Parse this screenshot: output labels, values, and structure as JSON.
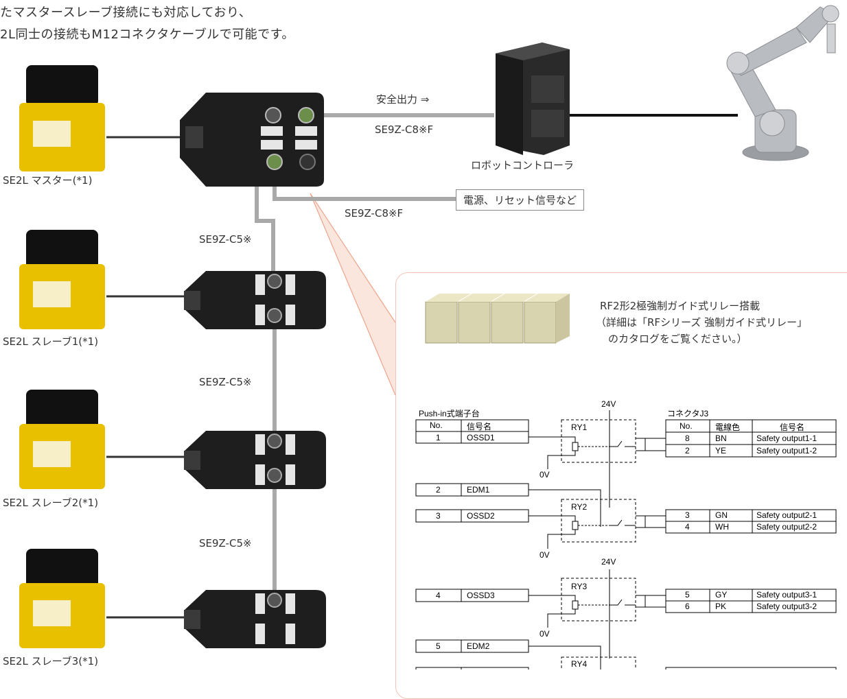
{
  "intro": {
    "line1": "たマスタースレーブ接続にも対応しており、",
    "line2": "2L同士の接続もM12コネクタケーブルで可能です。"
  },
  "scanners": {
    "master": "SE2L マスター(*1)",
    "slave1": "SE2L スレーブ1(*1)",
    "slave2": "SE2L スレーブ2(*1)",
    "slave3": "SE2L スレーブ3(*1)"
  },
  "labels": {
    "safety_output": "安全出力 ⇒",
    "cable_c8_top": "SE9Z-C8※F",
    "cable_c8_bottom": "SE9Z-C8※F",
    "controller": "ロボットコントローラ",
    "power_box": "電源、リセット信号など",
    "cable_c5_1": "SE9Z-C5※",
    "cable_c5_2": "SE9Z-C5※",
    "cable_c5_3": "SE9Z-C5※"
  },
  "relay_note": {
    "line1": "RF2形2極強制ガイド式リレー搭載",
    "line2": "（詳細は「RFシリーズ 強制ガイド式リレー」",
    "line3": "のカタログをご覧ください。）"
  },
  "schematic": {
    "left_title": "Push-in式端子台",
    "left_headers": [
      "No.",
      "信号名"
    ],
    "left_rows": [
      {
        "no": "1",
        "name": "OSSD1"
      },
      {
        "no": "2",
        "name": "EDM1"
      },
      {
        "no": "3",
        "name": "OSSD2"
      },
      {
        "no": "4",
        "name": "OSSD3"
      },
      {
        "no": "5",
        "name": "EDM2"
      }
    ],
    "right_title": "コネクタJ3",
    "right_headers": [
      "No.",
      "電線色",
      "信号名"
    ],
    "right_rows": [
      {
        "no": "8",
        "color": "BN",
        "name": "Safety output1-1"
      },
      {
        "no": "2",
        "color": "YE",
        "name": "Safety output1-2"
      },
      {
        "no": "3",
        "color": "GN",
        "name": "Safety output2-1"
      },
      {
        "no": "4",
        "color": "WH",
        "name": "Safety output2-2"
      },
      {
        "no": "5",
        "color": "GY",
        "name": "Safety output3-1"
      },
      {
        "no": "6",
        "color": "PK",
        "name": "Safety output3-2"
      }
    ],
    "relays": [
      "RY1",
      "RY2",
      "RY3",
      "RY4"
    ],
    "v24": "24V",
    "v0": "0V"
  }
}
